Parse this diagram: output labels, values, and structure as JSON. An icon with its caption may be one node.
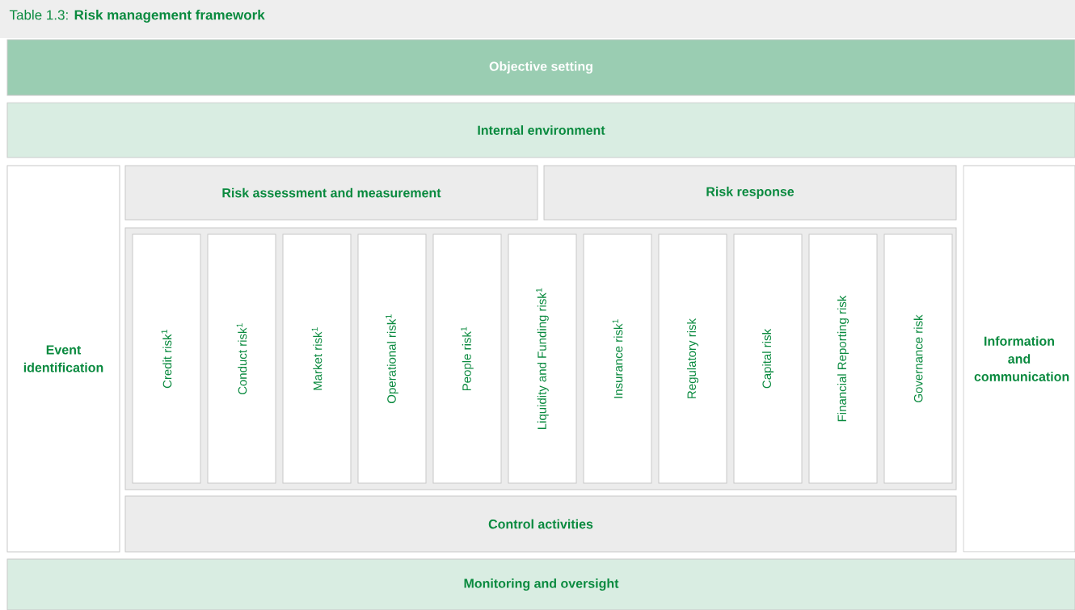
{
  "diagram": {
    "title": "Table 1.3: **Risk management framework**",
    "nodes": [
      {
        "text": [
          "Objective setting"
        ]
      },
      {
        "text": [
          "Internal environment"
        ]
      },
      {
        "text": [
          "Event identification"
        ]
      },
      {
        "text": [
          "Risk assessment and measurement"
        ]
      },
      {
        "text": [
          "Risk response"
        ]
      },
      {
        "text": [],
        "shape": "box"
      },
      {
        "text": [
          "Credit risk$^{1}$"
        ],
        "in": 5
      },
      {
        "text": [
          "Conduct risk$^{1}$"
        ],
        "in": 5
      },
      {
        "text": [
          "Market risk$^{1}$"
        ],
        "in": 5
      },
      {
        "text": [
          "Operational risk$^{1}$"
        ],
        "in": 5
      },
      {
        "text": [
          "People risk$^{1}$"
        ],
        "in": 5
      },
      {
        "text": [
          "Liquidity and Funding risk$^{1}$"
        ],
        "in": 5
      },
      {
        "text": [
          "Insurance risk$^{1}$"
        ],
        "in": 5
      },
      {
        "text": [
          "Regulatory risk"
        ],
        "in": 5
      },
      {
        "text": [
          "Capital risk"
        ],
        "in": 5
      },
      {
        "text": [
          "Financial Reporting risk"
        ],
        "in": 5
      },
      {
        "text": [
          "Governance risk"
        ],
        "in": 5
      },
      {
        "text": [
          "Control activities"
        ]
      },
      {
        "text": [
          "Information and communication"
        ]
      },
      {
        "text": [
          "Monitoring and oversight"
        ]
      }
    ]
  }
}
